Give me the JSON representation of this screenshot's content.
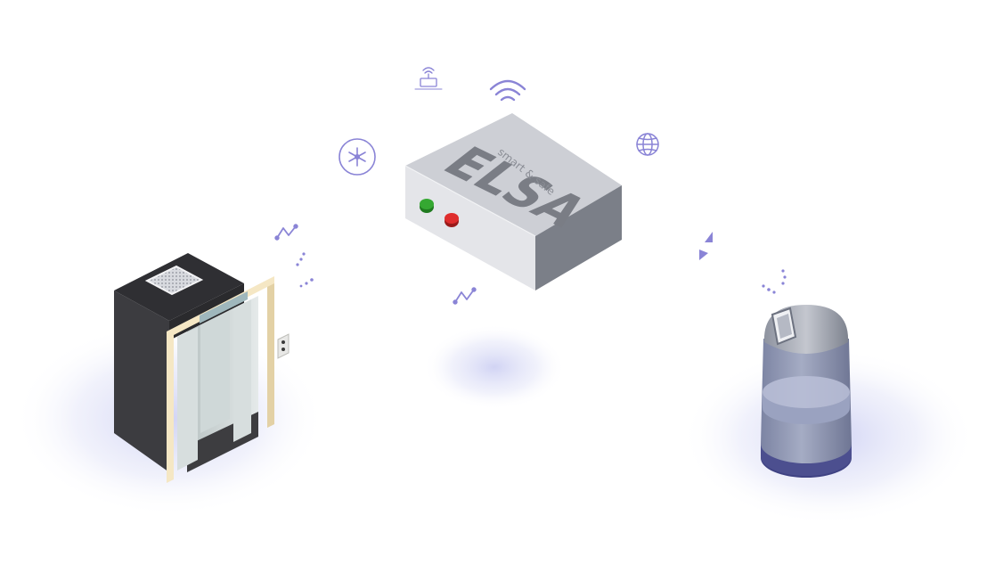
{
  "device": {
    "brand": "ELSA",
    "tagline": "smart & safe",
    "indicator_colors": {
      "green": "#2e9a2b",
      "red": "#d42a2a"
    }
  },
  "theme": {
    "accent": "#8a84d6",
    "glow": "#c9ccf2",
    "box_top": "#d0d2d8",
    "box_front": "#e4e5e9",
    "box_side": "#7c8089",
    "elevator_dark": "#3a3a3e",
    "elevator_frame": "#f5e7c4",
    "robot_body": "#8e96b3",
    "robot_base": "#4c4f8f"
  },
  "icons": [
    "router-icon",
    "wifi-icon",
    "globe-icon",
    "network-hub-icon",
    "signal-zigzag-icon",
    "signal-dots-icon",
    "transfer-arrows-icon"
  ],
  "nodes": [
    "elevator",
    "elsa-controller-box",
    "service-robot"
  ]
}
